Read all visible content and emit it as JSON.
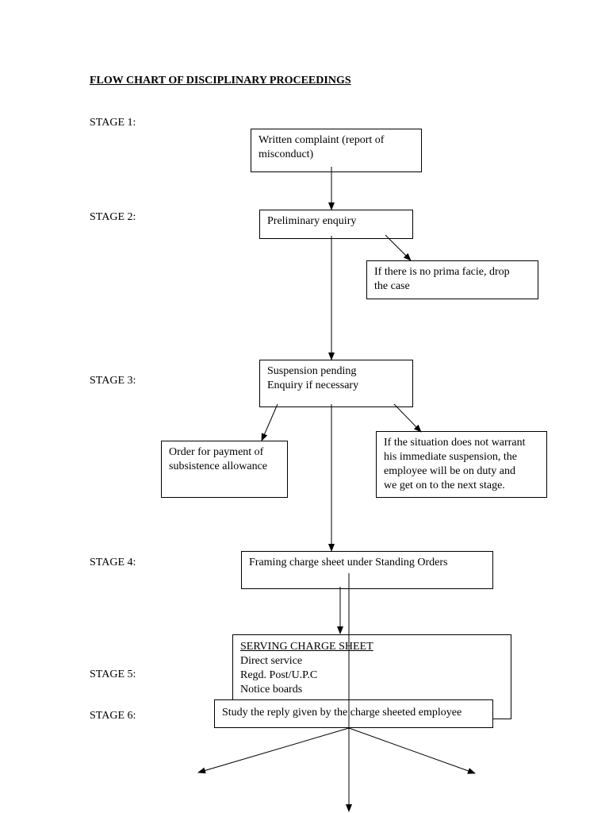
{
  "title": "FLOW CHART OF DISCIPLINARY PROCEEDINGS",
  "stages": [
    "STAGE 1:",
    "STAGE 2:",
    "STAGE 3:",
    "STAGE 4:",
    "STAGE 5:",
    "STAGE 6:"
  ],
  "boxes": {
    "complaint": [
      "Written complaint (report of",
      "misconduct)"
    ],
    "preliminary": [
      "Preliminary enquiry"
    ],
    "drop_case": [
      "If there is no prima facie, drop",
      "the case"
    ],
    "suspension": [
      "Suspension pending",
      "Enquiry if necessary"
    ],
    "subsistence": [
      "Order for payment of",
      "subsistence allowance"
    ],
    "no_suspension": [
      "If the situation does not warrant",
      "his immediate suspension, the",
      "employee will be on duty and",
      "we get on to the next stage."
    ],
    "charge_sheet": [
      "Framing charge sheet under Standing Orders"
    ],
    "serving": {
      "heading": "SERVING CHARGE SHEET",
      "lines": [
        "Direct service",
        "Regd. Post/U.P.C",
        "Notice boards"
      ]
    },
    "study_reply": [
      "Study the reply given by the charge sheeted employee"
    ]
  }
}
